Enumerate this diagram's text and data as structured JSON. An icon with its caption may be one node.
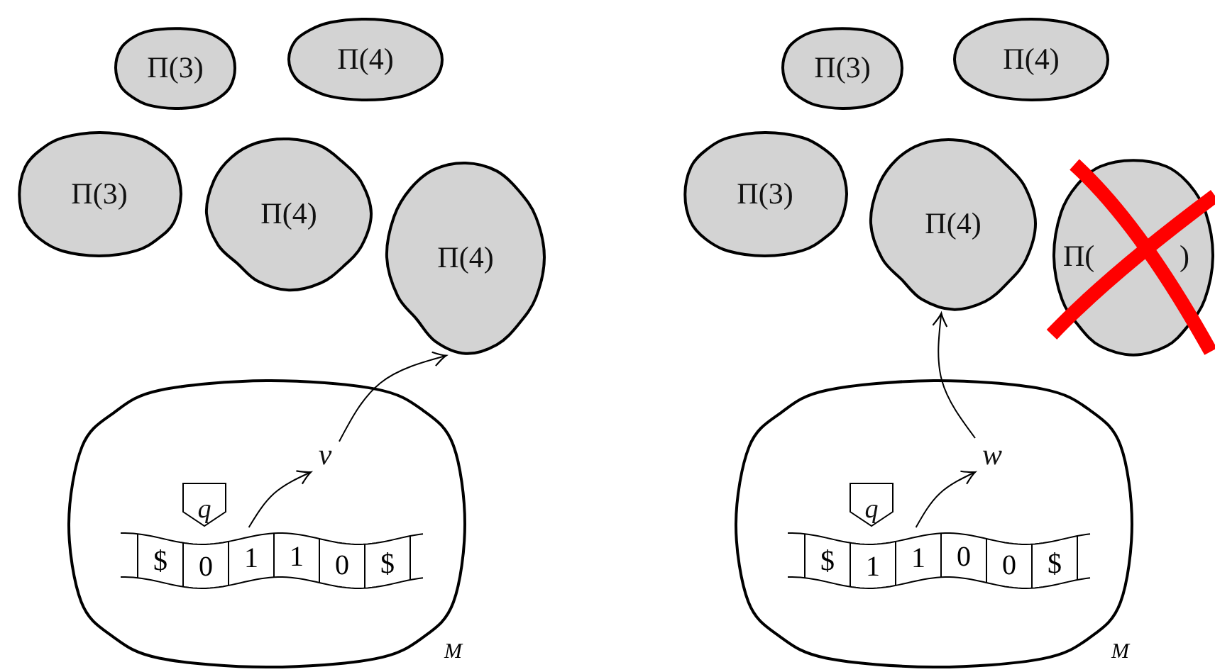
{
  "diagram": {
    "nodes": [
      {
        "text": [
          "Π(3)"
        ]
      },
      {
        "text": [
          "Π(4)"
        ]
      },
      {
        "text": [
          "Π(3)"
        ]
      },
      {
        "text": [
          "Π(4)"
        ]
      },
      {
        "text": [
          "Π(4)"
        ]
      },
      {
        "text": [],
        "shape": "circle",
        "beside": [
          "M"
        ]
      },
      {
        "text": [
          "q"
        ],
        "in": 5
      },
      {
        "text": [
          "$",
          "0",
          "1",
          "1",
          "0",
          "$"
        ],
        "in": 5
      },
      {
        "text": [
          "v"
        ],
        "in": 5
      },
      {
        "text": [
          "Π(3)"
        ]
      },
      {
        "text": [
          "Π(4)"
        ]
      },
      {
        "text": [
          "Π(3)"
        ]
      },
      {
        "text": [
          "Π(4)"
        ]
      },
      {
        "text": [
          "Π(",
          ")"
        ]
      },
      {
        "text": [],
        "shape": "circle",
        "beside": [
          "M"
        ]
      },
      {
        "text": [
          "q"
        ],
        "in": 14
      },
      {
        "text": [
          "$",
          "1",
          "1",
          "0",
          "0",
          "$"
        ],
        "in": 14
      },
      {
        "text": [
          "w"
        ],
        "in": 14
      }
    ],
    "edges": [
      {
        "from": 7,
        "to": 8,
        "arrow": "to"
      },
      {
        "from": 8,
        "to": 4,
        "arrow": "to"
      },
      {
        "from": 16,
        "to": 17,
        "arrow": "to"
      },
      {
        "from": 17,
        "to": 12,
        "arrow": "to"
      }
    ]
  }
}
